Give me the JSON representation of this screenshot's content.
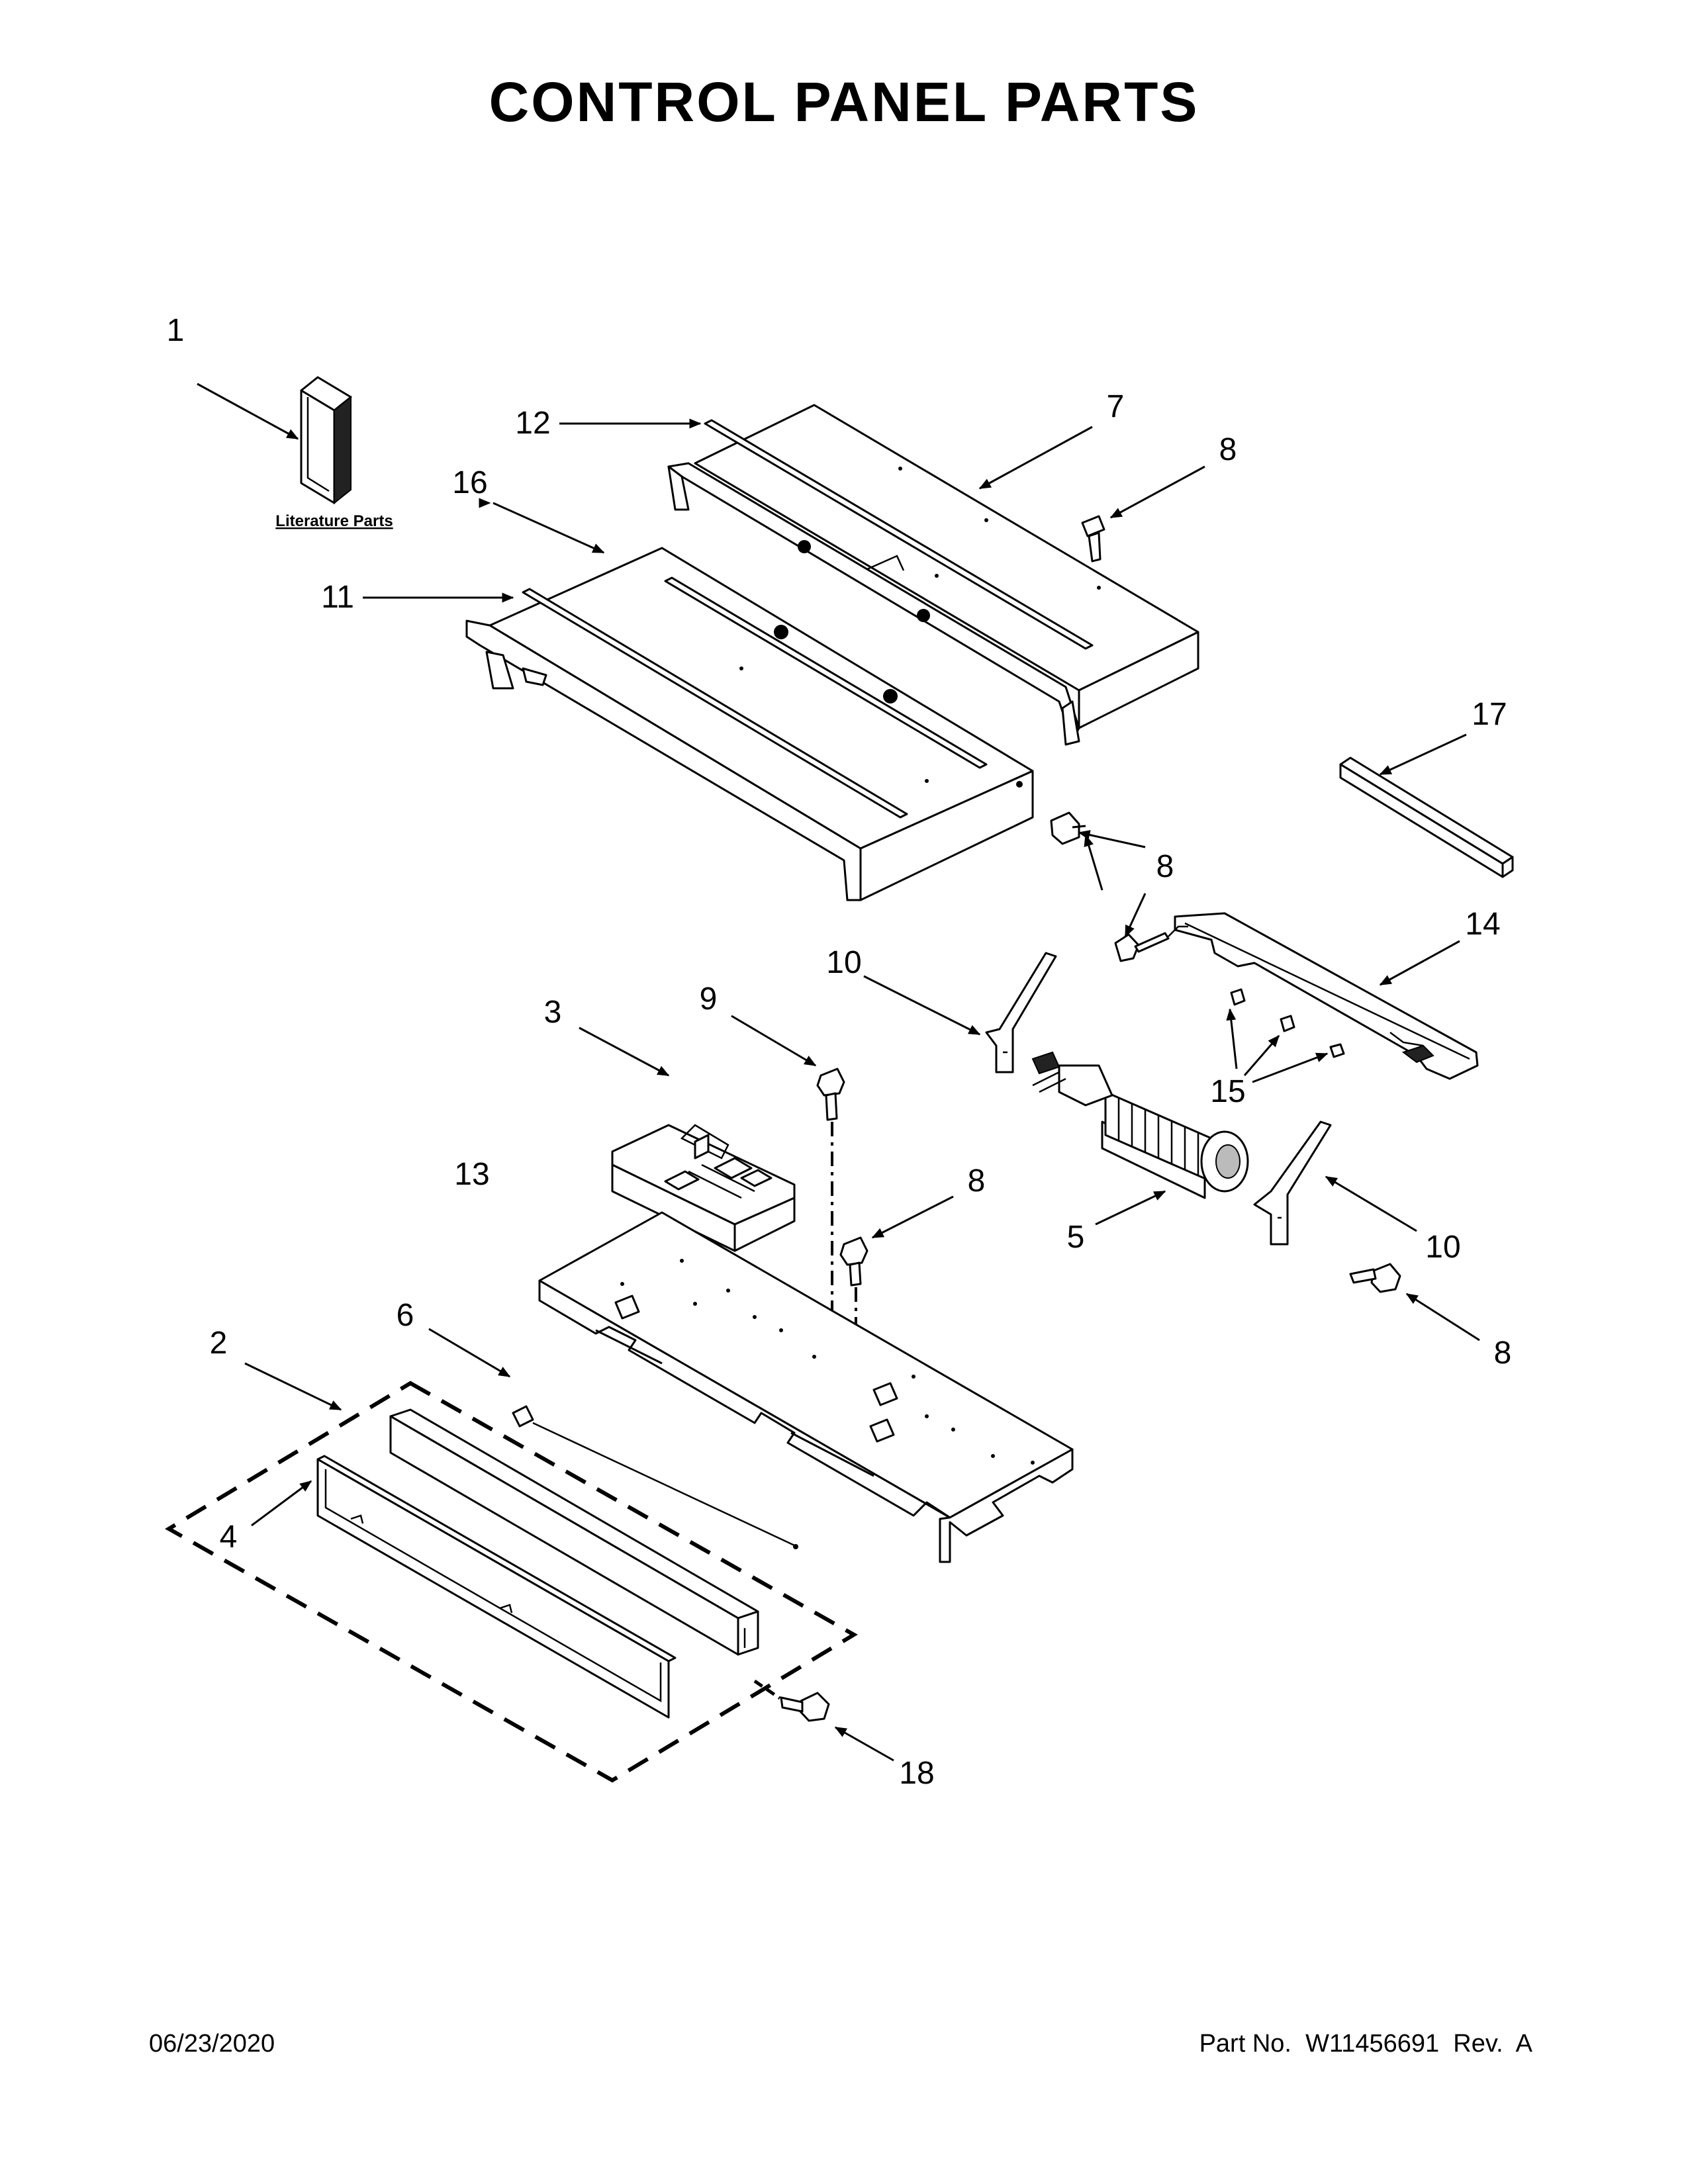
{
  "title": "CONTROL PANEL PARTS",
  "literature_label": "Literature Parts",
  "footer": {
    "date": "06/23/2020",
    "part_number": "Part No.  W11456691  Rev.  A"
  },
  "callouts": [
    "1",
    "2",
    "3",
    "4",
    "5",
    "6",
    "7",
    "8",
    "8",
    "8",
    "8",
    "9",
    "10",
    "10",
    "11",
    "12",
    "13",
    "14",
    "15",
    "16",
    "17",
    "18"
  ]
}
